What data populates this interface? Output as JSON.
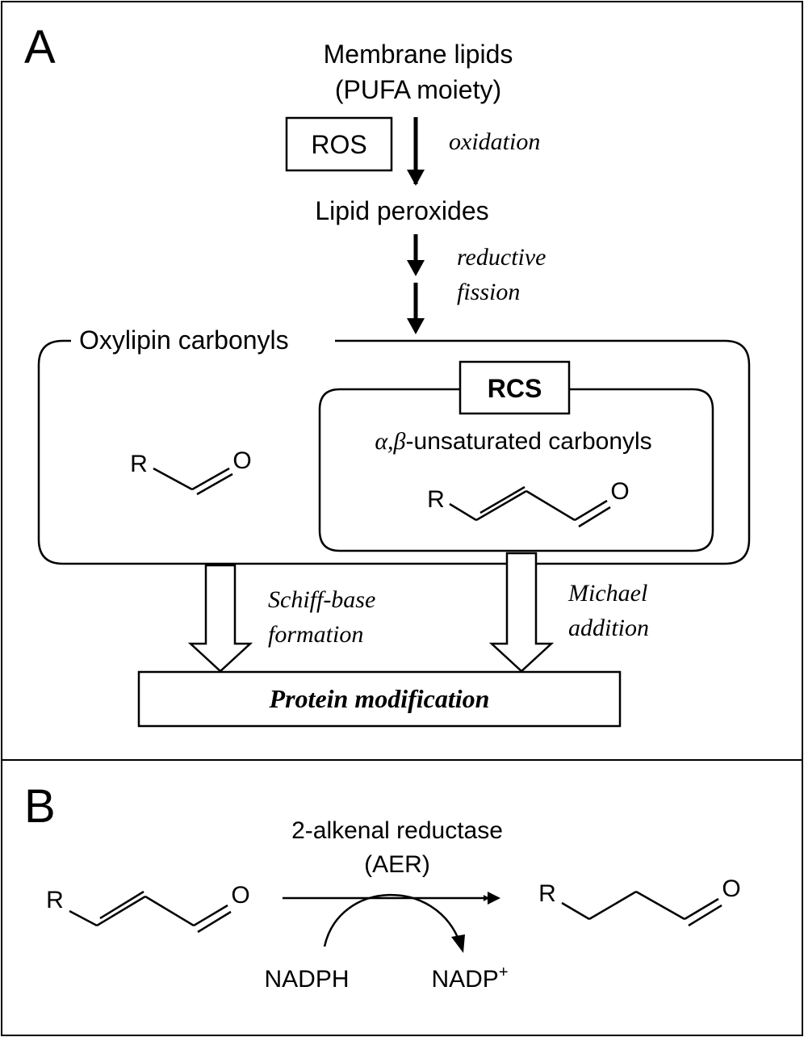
{
  "panel_a": {
    "label": "A",
    "source_line1": "Membrane lipids",
    "source_line2": "(PUFA moiety)",
    "ros": "ROS",
    "step1": "oxidation",
    "intermediate": "Lipid peroxides",
    "step2_line1": "reductive",
    "step2_line2": "fission",
    "group": "Oxylipin carbonyls",
    "rcs": "RCS",
    "rcs_desc_greek": "α,β",
    "rcs_desc_rest": "-unsaturated carbonyls",
    "aldehyde_r": "R",
    "aldehyde_o": "O",
    "enal_r": "R",
    "enal_o": "O",
    "path1_line1": "Schiff-base",
    "path1_line2": "formation",
    "path2_line1": "Michael",
    "path2_line2": "addition",
    "outcome": "Protein modification"
  },
  "panel_b": {
    "label": "B",
    "enzyme_line1": "2-alkenal reductase",
    "enzyme_line2": "(AER)",
    "substrate_r": "R",
    "substrate_o": "O",
    "product_r": "R",
    "product_o": "O",
    "cofactor_in": "NADPH",
    "cofactor_out_base": "NADP",
    "cofactor_out_sup": "+"
  }
}
